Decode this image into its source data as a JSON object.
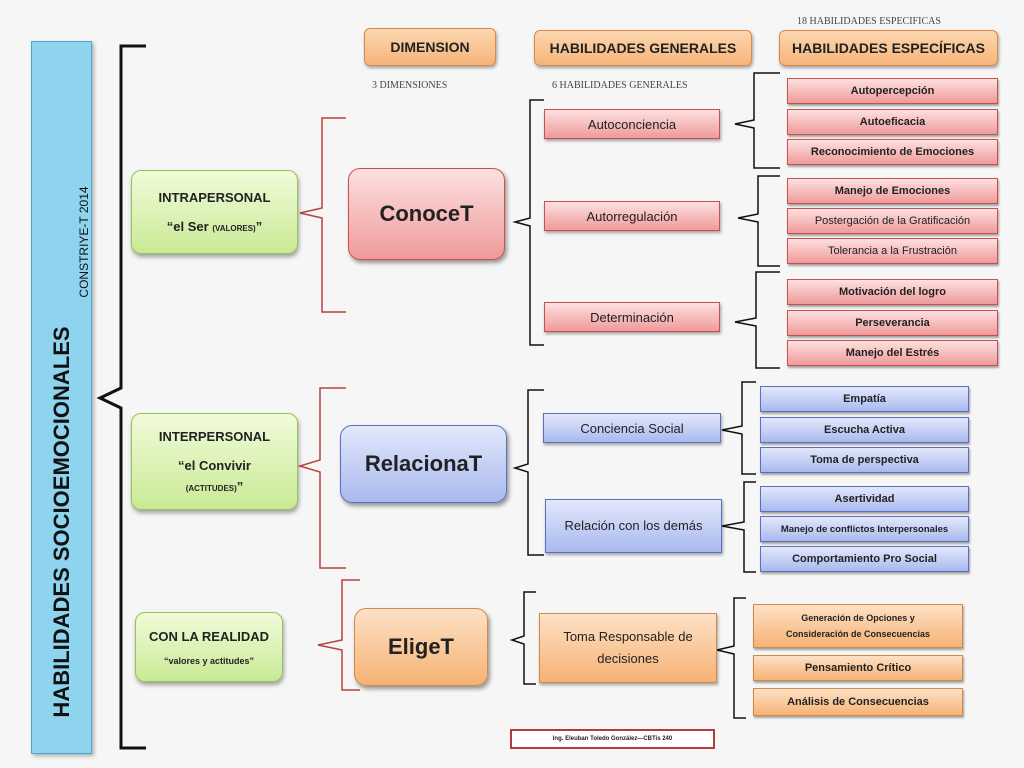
{
  "left_title": "HABILIDADES SOCIOEMOCIONALES",
  "left_subtitle": "CONSTRIYE-T 2014",
  "headers": {
    "dimension": "DIMENSION",
    "generales": "HABILIDADES GENERALES",
    "especificas": "HABILIDADES ESPECÍFICAS"
  },
  "notes": {
    "dimensiones": "3 DIMENSIONES",
    "generales": "6 HABILIDADES GENERALES",
    "especificas": "18 HABILIDADES ESPECIFICAS"
  },
  "rows": [
    {
      "category": "INTRAPERSONAL",
      "quote": "“el Ser",
      "quote_small": "(VALORES)",
      "quote_end": "”",
      "dimension": "ConoceT",
      "general": [
        "Autoconciencia",
        "Autorregulación",
        "Determinación"
      ],
      "specific": [
        [
          "Autopercepción",
          "Autoeficacia",
          "Reconocimiento de Emociones"
        ],
        [
          "Manejo de Emociones",
          "Postergación de la Gratificación",
          "Tolerancia a la Frustración"
        ],
        [
          "Motivación del logro",
          "Perseverancia",
          "Manejo del Estrés"
        ]
      ]
    },
    {
      "category": "INTERPERSONAL",
      "quote": "“el Convivir",
      "quote_small": "(ACTITUDES)",
      "quote_end": "”",
      "dimension": "RelacionaT",
      "general": [
        "Conciencia Social",
        "Relación con los demás"
      ],
      "specific": [
        [
          "Empatía",
          "Escucha Activa",
          "Toma de perspectiva"
        ],
        [
          "Asertividad",
          "Manejo de conflictos Interpersonales",
          "Comportamiento Pro Social"
        ]
      ]
    },
    {
      "category": "CON LA REALIDAD",
      "quote": "“valores y actitudes”",
      "dimension": "EligeT",
      "general": [
        "Toma Responsable de decisiones"
      ],
      "specific": [
        [
          "Generación de Opciones y Consideración de Consecuencias",
          "Pensamiento Crítico",
          "Análisis de Consecuencias"
        ]
      ]
    }
  ],
  "credit": "Ing. Eleuban Toledo González—CBTis 240",
  "colors": {
    "intrapersonal": "#ef9a9a",
    "interpersonal": "#a9b9ee",
    "realidad": "#f6b274",
    "category": "#c9ea96",
    "bracket": "#b5443a"
  }
}
